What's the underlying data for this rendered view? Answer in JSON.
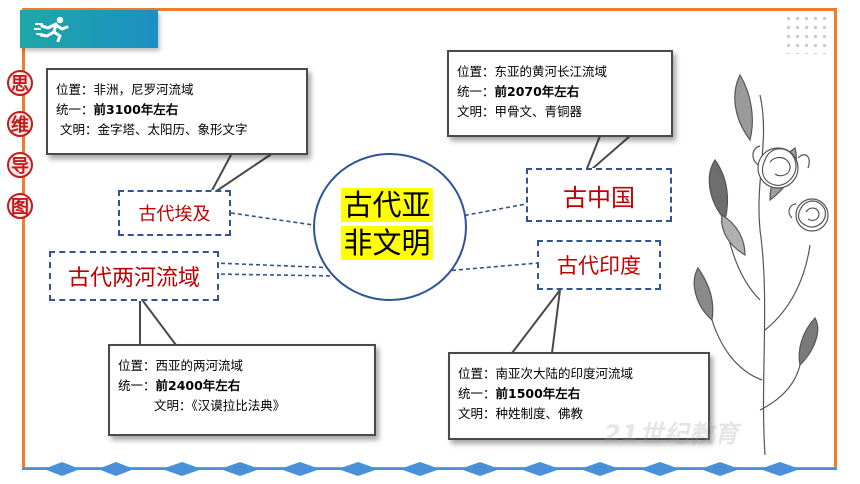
{
  "side_title": [
    "思",
    "维",
    "导",
    "图"
  ],
  "center": {
    "line1": "古代亚",
    "line2": "非文明"
  },
  "nodes": {
    "egypt": "古代埃及",
    "mesopotamia": "古代两河流域",
    "china": "古中国",
    "india": "古代印度"
  },
  "callouts": {
    "egypt": {
      "location": "位置：非洲，尼罗河流域",
      "unify_label": "统一：",
      "unify_value": "前3100年左右",
      "civ": "文明：金字塔、太阳历、象形文字"
    },
    "china": {
      "location": "位置：东亚的黄河长江流域",
      "unify_label": "统一：",
      "unify_value": "前2070年左右",
      "civ": "文明：甲骨文、青铜器"
    },
    "mesopotamia": {
      "location": "位置：西亚的两河流域",
      "unify_label": "统一：",
      "unify_value": "前2400年左右",
      "civ": "文明：《汉谟拉比法典》"
    },
    "india": {
      "location": "位置：南亚次大陆的印度河流域",
      "unify_label": "统一：",
      "unify_value": "前1500年左右",
      "civ": "文明：种姓制度、佛教"
    }
  },
  "watermark": "21世纪教育",
  "colors": {
    "frame": "#ef7d2c",
    "node_border": "#2f5597",
    "node_text": "#c00000",
    "highlight": "#ffff00",
    "diamond": "#4a90d9"
  }
}
